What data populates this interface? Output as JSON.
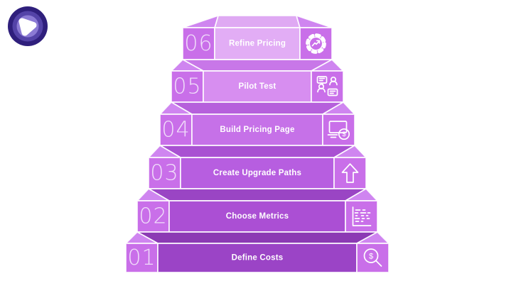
{
  "background_color": "#ffffff",
  "logo": {
    "outer_color": "#2f1f7c",
    "mid_color": "#5443a8",
    "inner_color": "#8b7ad4",
    "core_color": "#ffffff"
  },
  "diagram": {
    "type": "staircase-infographic",
    "stroke_color": "#ffffff",
    "wing_color": "#cf85f0",
    "side_block_color": "#c96fe9",
    "number_color": "#f0ddfa",
    "label_color": "#ffffff",
    "icon_color": "#ffffff",
    "steps": [
      {
        "num": "01",
        "label": "Define Costs",
        "icon": "search-dollar-icon",
        "panel_color": "#9b44c6",
        "top_color": "#8c3ab4"
      },
      {
        "num": "02",
        "label": "Choose Metrics",
        "icon": "metrics-list-icon",
        "panel_color": "#ab4fd4",
        "top_color": "#9a45c4"
      },
      {
        "num": "03",
        "label": "Create Upgrade Paths",
        "icon": "upgrade-arrow-icon",
        "panel_color": "#b75ee0",
        "top_color": "#a951d2"
      },
      {
        "num": "04",
        "label": "Build Pricing Page",
        "icon": "pricing-page-icon",
        "panel_color": "#c671e8",
        "top_color": "#b660dc"
      },
      {
        "num": "05",
        "label": "Pilot Test",
        "icon": "pilot-users-icon",
        "panel_color": "#d78ef0",
        "top_color": "#c877e8"
      },
      {
        "num": "06",
        "label": "Refine Pricing",
        "icon": "gear-chart-icon",
        "panel_color": "#e2adf5",
        "top_color": "#dfa9f3"
      }
    ]
  }
}
